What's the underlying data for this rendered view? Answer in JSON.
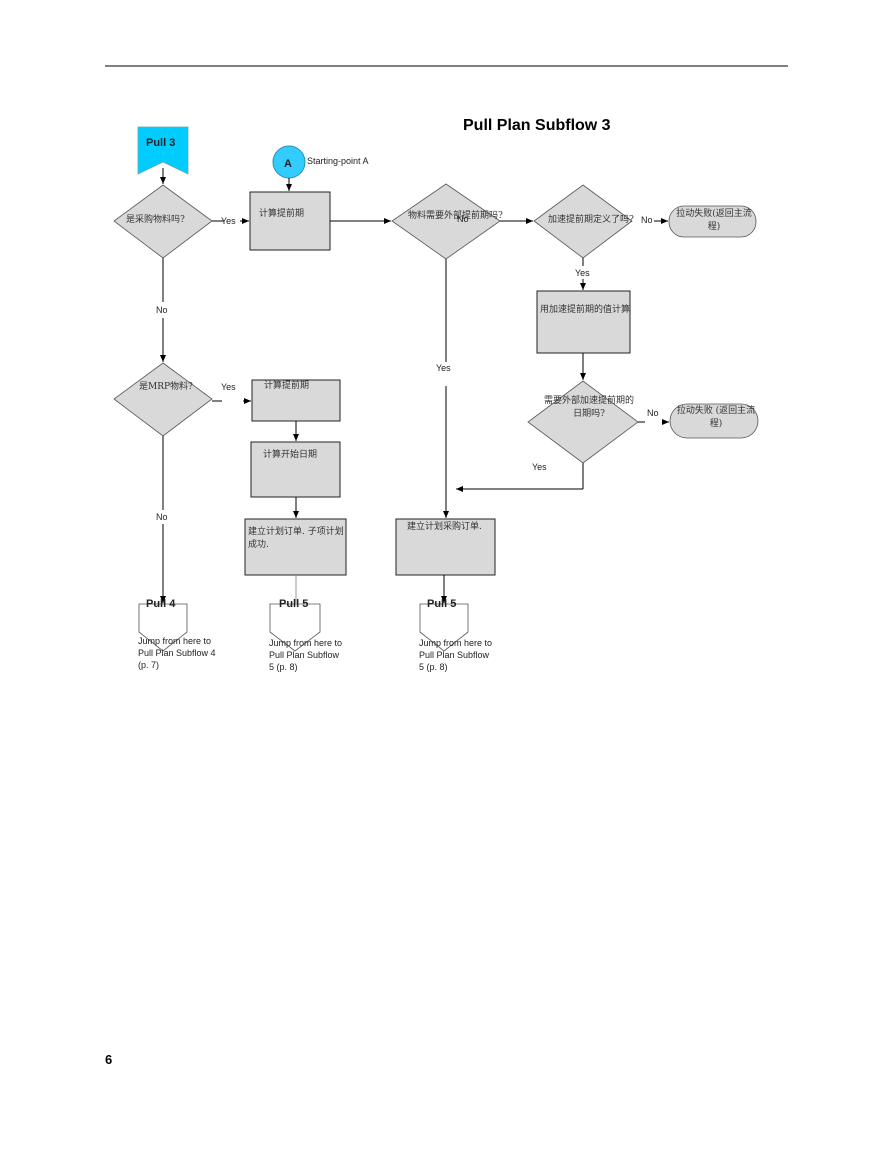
{
  "title": "Pull Plan Subflow 3",
  "page_number": "6",
  "start_connector": {
    "letter": "A",
    "label": "Starting-point A"
  },
  "entry_tag": "Pull 3",
  "decisions": {
    "is_purchased": "是采购物料吗?",
    "is_mrp": "是MRP物料?",
    "need_ext_lead": "物料需要外部提前期吗?",
    "accel_defined": "加速提前期定义了吗?",
    "need_accel_date": "需要外部加速提前期的日期吗?"
  },
  "processes": {
    "calc_lead_top": "计算提前期",
    "calc_lead_mid": "计算提前期",
    "calc_start": "计算开始日期",
    "create_order_sub": "建立计划订单. 子项计划成功.",
    "create_purchase": "建立计划采购订单.",
    "use_accel": "用加速提前期的值计算"
  },
  "terminals": {
    "fail1": "拉动失败(返回主流程)",
    "fail2": "拉动失败 (返回主流程)"
  },
  "labels": {
    "yes": "Yes",
    "no": "No"
  },
  "offpage": [
    {
      "tag": "Pull 4",
      "text": "Jump from here to Pull Plan Subflow 4 (p. 7)"
    },
    {
      "tag": "Pull 5",
      "text": "Jump from here to Pull Plan Subflow 5 (p. 8)"
    },
    {
      "tag": "Pull 5",
      "text": "Jump from here to Pull Plan Subflow 5 (p. 8)"
    }
  ],
  "colors": {
    "box_fill": "#d9d9d9",
    "entry_fill": "#00ccff",
    "connector_fill": "#33ccff",
    "line": "#000000"
  }
}
